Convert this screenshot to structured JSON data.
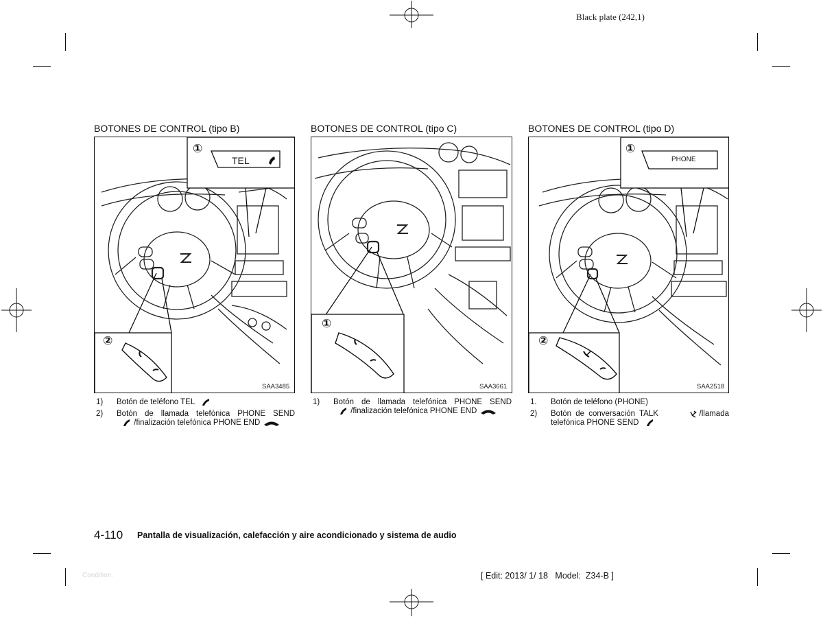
{
  "header": {
    "plate": "Black plate (242,1)"
  },
  "sections": [
    {
      "title": "BOTONES DE CONTROL (tipo B)",
      "code": "SAA3485",
      "callout_top": {
        "num": "①",
        "label": "TEL"
      },
      "callout_bottom": {
        "num": "②"
      },
      "captions": [
        {
          "num": "1)",
          "text": "Botón de teléfono TEL"
        },
        {
          "num": "2)",
          "text_a": "Botón de llamada telefónica PHONE SEND",
          "text_b": "/finalización telefónica PHONE END"
        }
      ]
    },
    {
      "title": "BOTONES DE CONTROL (tipo C)",
      "code": "SAA3661",
      "callout_bottom": {
        "num": "①"
      },
      "captions": [
        {
          "num": "1)",
          "text_a": "Botón de llamada telefónica PHONE SEND",
          "text_b": "/finalización telefónica PHONE END"
        }
      ]
    },
    {
      "title": "BOTONES DE CONTROL (tipo D)",
      "code": "SAA2518",
      "callout_top": {
        "num": "①",
        "label": "PHONE"
      },
      "callout_bottom": {
        "num": "②"
      },
      "captions": [
        {
          "num": "1.",
          "text": "Botón de teléfono (PHONE)"
        },
        {
          "num": "2)",
          "text_a": "Botón de conversación TALK",
          "text_a2": "/llamada",
          "text_b": "telefónica PHONE SEND"
        }
      ]
    }
  ],
  "footer": {
    "page_number": "4-110",
    "chapter_title": "Pantalla de visualización, calefacción y aire acondicionado y sistema de audio",
    "edit": "[ Edit: 2013/ 1/ 18   Model:  Z34-B ]",
    "condition": "Condition:"
  }
}
